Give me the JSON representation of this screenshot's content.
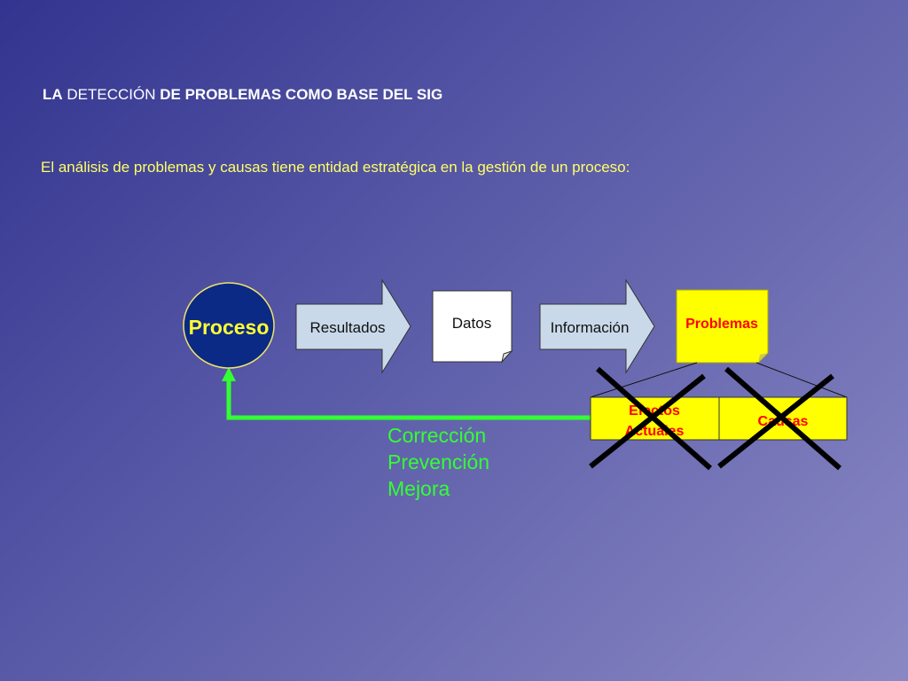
{
  "title": {
    "part1": "LA",
    "part2": " DETECCIÓN ",
    "part3": "DE PROBLEMAS COMO BASE DEL SIG"
  },
  "subtitle": "El análisis de problemas y causas tiene entidad estratégica en la gestión de un proceso:",
  "diagram": {
    "proceso": "Proceso",
    "resultados": "Resultados",
    "datos": "Datos",
    "informacion": "Información",
    "problemas": "Problemas",
    "efectos_line1": "Efectos",
    "efectos_line2": "Actuales",
    "causas": "Causas"
  },
  "outcomes": [
    "Corrección",
    "Prevención",
    "Mejora"
  ],
  "colors": {
    "proceso_fill": "#0a2a85",
    "proceso_text": "#ffff33",
    "arrow_fill": "#c9d9ea",
    "sticky_fill": "#ffff00",
    "problem_text": "#ff0000",
    "feedback_line": "#33ff33",
    "cross": "#000000"
  }
}
